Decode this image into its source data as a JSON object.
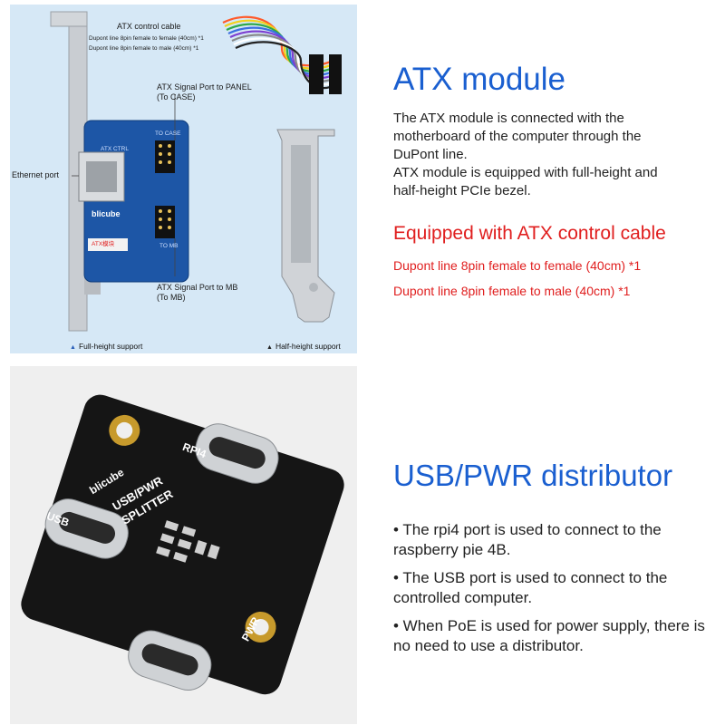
{
  "atx_photo": {
    "cable_title": "ATX control cable",
    "cable_line1": "Dupont line 8pin female to female (40cm) *1",
    "cable_line2": "Dupont line 8pin female to male (40cm) *1",
    "panel_port_line1": "ATX Signal Port to PANEL",
    "panel_port_line2": "(To CASE)",
    "ethernet_label": "Ethernet port",
    "mb_port_line1": "ATX Signal Port to MB",
    "mb_port_line2": "(To MB)",
    "board_silk_ctrl": "ATX CTRL",
    "board_silk_case": "TO CASE",
    "board_silk_mb": "TO MB",
    "board_brand": "blicube",
    "board_tag": "ATX模块",
    "full_height": "Full-height support",
    "half_height": "Half-height support"
  },
  "atx_text": {
    "title": "ATX module",
    "para_lines": [
      "The ATX module is connected with the",
      "motherboard of the computer through the",
      "DuPont line.",
      "ATX module is equipped with full-height and",
      "half-height PCIe bezel."
    ],
    "red_title": "Equipped with ATX control cable",
    "red_line1": "Dupont line 8pin female to female (40cm) *1",
    "red_line2": "Dupont line 8pin female to male (40cm) *1"
  },
  "usb_photo": {
    "brand": "blicube",
    "board_title1": "USB/PWR",
    "board_title2": "SPLITTER",
    "port_usb": "USB",
    "port_rpi": "RPI4",
    "port_pwr": "PWR"
  },
  "usb_text": {
    "title": "USB/PWR distributor",
    "bullets": [
      "• The rpi4 port is used to connect to the raspberry pie 4B.",
      "• The USB port is used to connect to the controlled computer.",
      "• When PoE is used for power supply, there is no need to use a distributor."
    ]
  },
  "colors": {
    "accent_blue": "#1a5fd0",
    "accent_red": "#e01e1e",
    "pcb_blue": "#1d56a6",
    "pcb_black": "#151515"
  }
}
